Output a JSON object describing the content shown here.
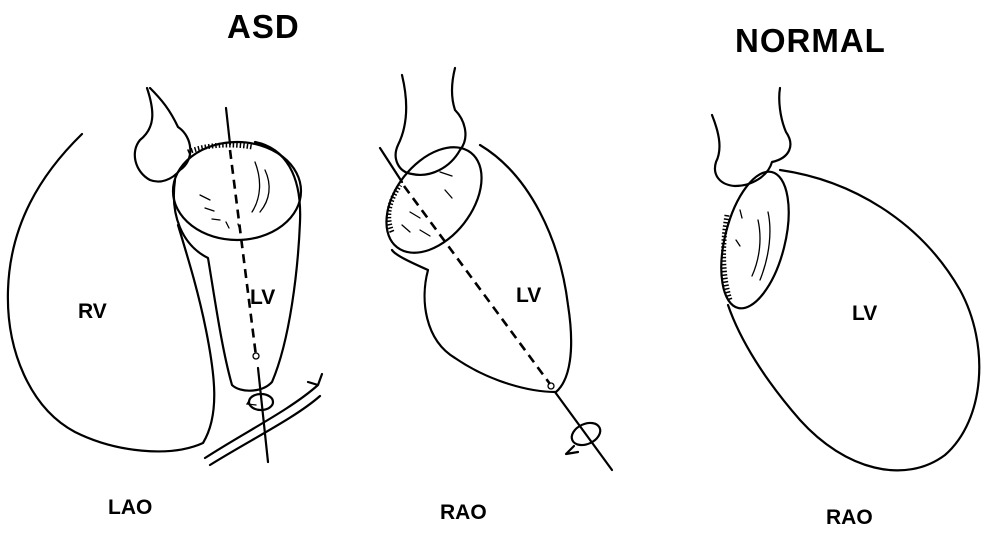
{
  "headings": {
    "asd": "ASD",
    "normal": "NORMAL"
  },
  "panels": [
    {
      "group": "ASD",
      "view": "LAO",
      "chambers": [
        "RV",
        "LV"
      ]
    },
    {
      "group": "ASD",
      "view": "RAO",
      "chambers": [
        "LV"
      ]
    },
    {
      "group": "NORMAL",
      "view": "RAO",
      "chambers": [
        "LV"
      ]
    }
  ],
  "colors": {
    "line": "#000000",
    "background": "#ffffff"
  }
}
